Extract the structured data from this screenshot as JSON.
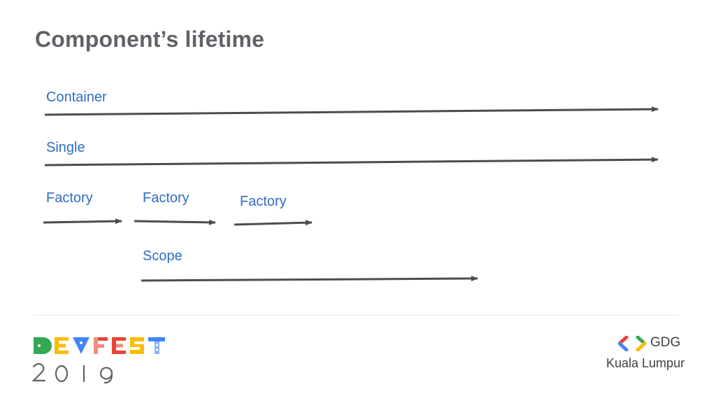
{
  "slide": {
    "title": "Component’s lifetime"
  },
  "lifetimes": [
    {
      "label": "Container"
    },
    {
      "label": "Single"
    },
    {
      "label": "Factory"
    },
    {
      "label": "Factory"
    },
    {
      "label": "Factory"
    },
    {
      "label": "Scope"
    }
  ],
  "footer": {
    "event_logo": "DEVFEST",
    "event_year": "2019",
    "org_name": "GDG",
    "org_city": "Kuala Lumpur"
  },
  "colors": {
    "title": "#5f6368",
    "label": "#2f6dc4",
    "arrow": "#4d4d4f",
    "gdg_red": "#ea4335",
    "gdg_blue": "#4285f4",
    "gdg_green": "#34a853",
    "gdg_yellow": "#fbbc04"
  }
}
